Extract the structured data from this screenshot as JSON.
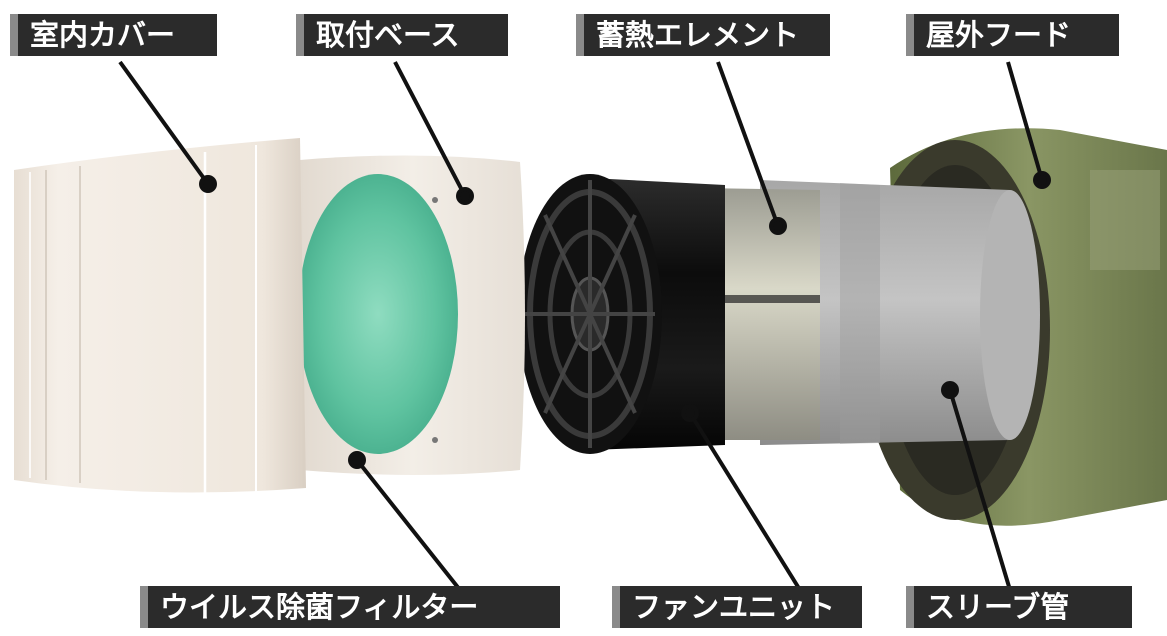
{
  "labels": {
    "indoor_cover": "室内カバー",
    "mounting_base": "取付ベース",
    "heat_storage_element": "蓄熱エレメント",
    "outdoor_hood": "屋外フード",
    "virus_filter": "ウイルス除菌フィルター",
    "fan_unit": "ファンユニット",
    "sleeve_pipe": "スリーブ管"
  },
  "colors": {
    "label_bg": "#2b2b2b",
    "label_accent": "#8a8a8a",
    "label_text": "#ffffff",
    "leader_line": "#111111",
    "filter_green": "#5fc3a0",
    "hood_green": "#7d8a5a"
  }
}
